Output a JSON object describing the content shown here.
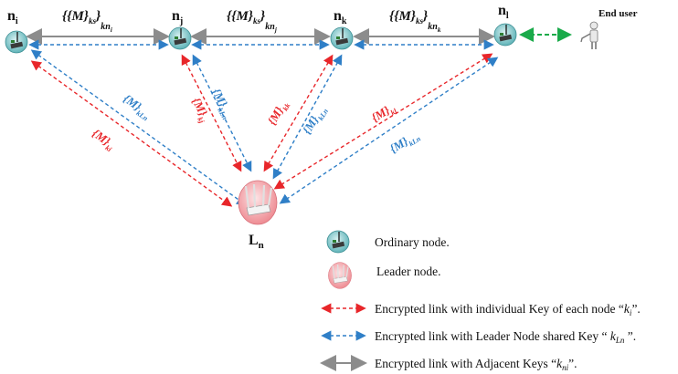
{
  "nodes": {
    "ni": {
      "label": "n",
      "sub": "i"
    },
    "nj": {
      "label": "n",
      "sub": "j"
    },
    "nk": {
      "label": "n",
      "sub": "k"
    },
    "nl": {
      "label": "n",
      "sub": "l"
    },
    "leader": {
      "label": "L",
      "sub": "n"
    }
  },
  "end_user": {
    "label": "End user"
  },
  "adjacent_keys": [
    {
      "inner": "{M}",
      "inner_sub": "ks",
      "outer_sub": "kn",
      "outer_subsub": "i"
    },
    {
      "inner": "{M}",
      "inner_sub": "ks",
      "outer_sub": "kn",
      "outer_subsub": "j"
    },
    {
      "inner": "{M}",
      "inner_sub": "ks",
      "outer_sub": "kn",
      "outer_subsub": "k"
    }
  ],
  "red_keys": [
    {
      "text": "{M}",
      "sub": "ki"
    },
    {
      "text": "{M}",
      "sub": "kj"
    },
    {
      "text": "{M}",
      "sub": "kk"
    },
    {
      "text": "{M}",
      "sub": "kl"
    }
  ],
  "blue_keys": [
    {
      "text": "{M}",
      "sub": "kLn"
    },
    {
      "text": "{M}",
      "sub": "kLn"
    },
    {
      "text": "{M}",
      "sub": "kLn"
    },
    {
      "text": "{M}",
      "sub": "kLn"
    }
  ],
  "legend": {
    "ordinary": "Ordinary node.",
    "leader": "Leader node.",
    "red_prefix": "Encrypted link with individual  Key of  each node “",
    "red_key": "k",
    "red_key_sub": "i",
    "red_suffix": "”.",
    "blue_prefix": "Encrypted link with Leader Node shared Key “ ",
    "blue_key": "k",
    "blue_key_sub": "Ln",
    "blue_suffix": " ”.",
    "grey_prefix": "Encrypted link with Adjacent Keys “",
    "grey_key": "k",
    "grey_key_sub": "ni",
    "grey_suffix": "”."
  },
  "colors": {
    "red": "#e8262a",
    "blue": "#2f7fc7",
    "grey": "#8c8c8c",
    "green": "#1aaa4a",
    "node_fill": "#7cc5c8",
    "leader_fill": "#f5a3a8"
  }
}
